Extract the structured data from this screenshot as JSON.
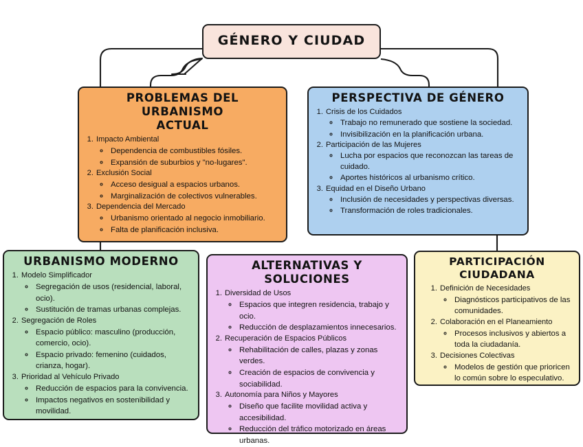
{
  "diagram": {
    "title": "GÉNERO Y CIUDAD",
    "palette": {
      "root": "#f9e4dc",
      "problems": "#f7ab62",
      "perspective": "#aed0ef",
      "modern": "#b9dfbd",
      "alternatives": "#eec6f2",
      "participation": "#fbf2c4",
      "stroke": "#1a1a1a"
    },
    "nodes": [
      {
        "id": "root",
        "title": "GÉNERO Y CIUDAD",
        "items": []
      },
      {
        "id": "problems",
        "title": "PROBLEMAS DEL URBANISMO\nACTUAL",
        "items": [
          {
            "label": "Impacto Ambiental",
            "children": [
              "Dependencia de combustibles fósiles.",
              "Expansión de suburbios y \"no-lugares\"."
            ]
          },
          {
            "label": "Exclusión Social",
            "children": [
              "Acceso desigual a espacios urbanos.",
              "Marginalización de colectivos vulnerables."
            ]
          },
          {
            "label": "Dependencia del Mercado",
            "children": [
              "Urbanismo orientado al negocio inmobiliario.",
              "Falta de planificación inclusiva."
            ]
          }
        ]
      },
      {
        "id": "perspective",
        "title": "PERSPECTIVA DE GÉNERO",
        "items": [
          {
            "label": "Crisis de los Cuidados",
            "children": [
              "Trabajo no remunerado que sostiene la sociedad.",
              "Invisibilización en la planificación urbana."
            ]
          },
          {
            "label": "Participación de las Mujeres",
            "children": [
              "Lucha por espacios que reconozcan las tareas de cuidado.",
              "Aportes históricos al urbanismo crítico."
            ]
          },
          {
            "label": "Equidad en el Diseño Urbano",
            "children": [
              "Inclusión de necesidades y perspectivas diversas.",
              "Transformación de roles tradicionales."
            ]
          }
        ]
      },
      {
        "id": "modern",
        "title": "URBANISMO MODERNO",
        "items": [
          {
            "label": "Modelo Simplificador",
            "children": [
              "Segregación de usos (residencial, laboral, ocio).",
              "Sustitución de tramas urbanas complejas."
            ]
          },
          {
            "label": "Segregación de Roles",
            "children": [
              "Espacio público: masculino (producción, comercio, ocio).",
              "Espacio privado: femenino (cuidados, crianza, hogar)."
            ]
          },
          {
            "label": "Prioridad al Vehículo Privado",
            "children": [
              "Reducción de espacios para la convivencia.",
              "Impactos negativos en sostenibilidad y movilidad."
            ]
          }
        ]
      },
      {
        "id": "alternatives",
        "title": "ALTERNATIVAS Y SOLUCIONES",
        "items": [
          {
            "label": "Diversidad de Usos",
            "children": [
              "Espacios que integren residencia, trabajo y ocio.",
              "Reducción de desplazamientos innecesarios."
            ]
          },
          {
            "label": "Recuperación de Espacios Públicos",
            "children": [
              "Rehabilitación de calles, plazas y zonas verdes.",
              "Creación de espacios de convivencia y sociabilidad."
            ]
          },
          {
            "label": "Autonomía para Niños y Mayores",
            "children": [
              "Diseño que facilite movilidad activa y accesibilidad.",
              "Reducción del tráfico motorizado en áreas urbanas."
            ]
          }
        ]
      },
      {
        "id": "participation",
        "title": "PARTICIPACIÓN CIUDADANA",
        "items": [
          {
            "label": "Definición de Necesidades",
            "children": [
              "Diagnósticos participativos de las comunidades."
            ]
          },
          {
            "label": "Colaboración en el Planeamiento",
            "children": [
              "Procesos inclusivos y abiertos a toda la ciudadanía."
            ]
          },
          {
            "label": "Decisiones Colectivas",
            "children": [
              "Modelos de gestión que prioricen lo común sobre lo especulativo."
            ]
          }
        ]
      }
    ]
  }
}
